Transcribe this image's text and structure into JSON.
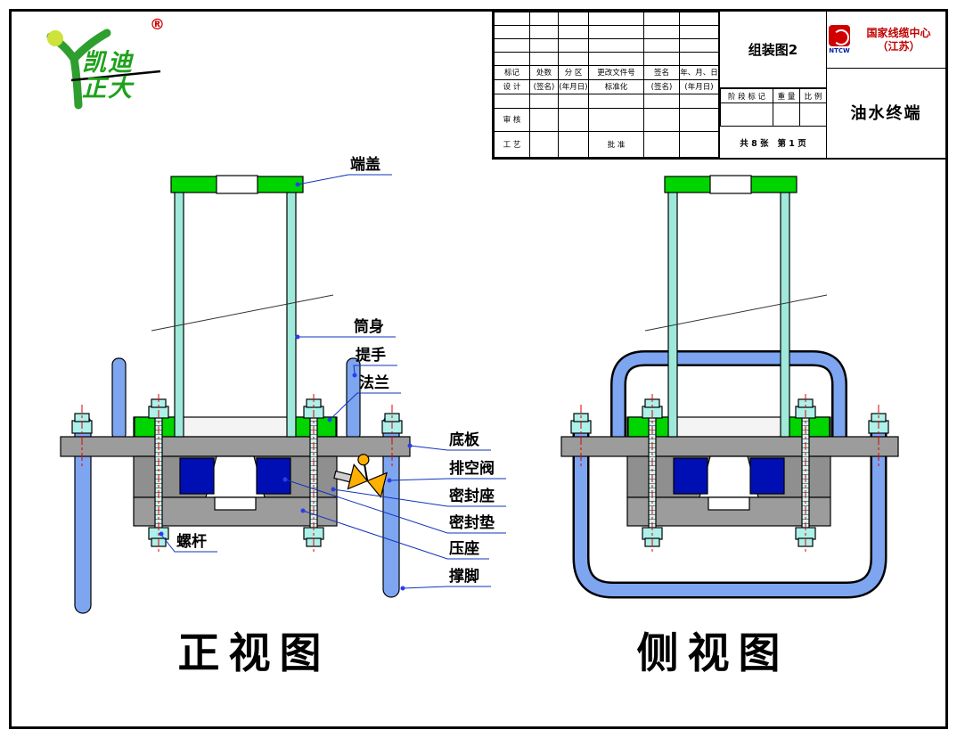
{
  "colors": {
    "cap_green": "#00d500",
    "tube_cyan": "#9fe9da",
    "handle_blue": "#7ea6f0",
    "plate_gray": "#9c9c9c",
    "seal_navy": "#000fb4",
    "nut_cyan": "#aef0ea",
    "valve_orange": "#ffb000",
    "centerline_red": "#e00000",
    "leader_blue": "#1133bb",
    "brand_green": "#1ea11c",
    "brand_red": "#d00000"
  },
  "logo": {
    "brand_line1": "凯迪",
    "brand_line2": "正大",
    "registered_mark": "®"
  },
  "title_block": {
    "drawing_title": "组装图2",
    "company_logo_text": "NTCW",
    "company_name_line1": "国家线缆中心",
    "company_name_line2": "（江苏）",
    "product_name": "油水终端",
    "revision_header": [
      "标记",
      "处数",
      "分 区",
      "更改文件号",
      "签名",
      "年、月、日"
    ],
    "design_row": [
      "设 计",
      "(签名)",
      "(年月日)",
      "标准化",
      "(签名)",
      "(年月日)"
    ],
    "stage_header": [
      "阶 段 标 记",
      "重 量",
      "比 例"
    ],
    "check_label": "审 核",
    "process_label": "工 艺",
    "approve_label": "批 准",
    "sheet_total": "共 8 张",
    "sheet_number": "第 1 页"
  },
  "front_view": {
    "title": "正视图",
    "labels": [
      {
        "text": "端盖"
      },
      {
        "text": "筒身"
      },
      {
        "text": "提手"
      },
      {
        "text": "法兰"
      },
      {
        "text": "底板"
      },
      {
        "text": "排空阀"
      },
      {
        "text": "密封座"
      },
      {
        "text": "密封垫"
      },
      {
        "text": "压座"
      },
      {
        "text": "撑脚"
      },
      {
        "text": "螺杆"
      }
    ]
  },
  "side_view": {
    "title": "侧视图"
  }
}
